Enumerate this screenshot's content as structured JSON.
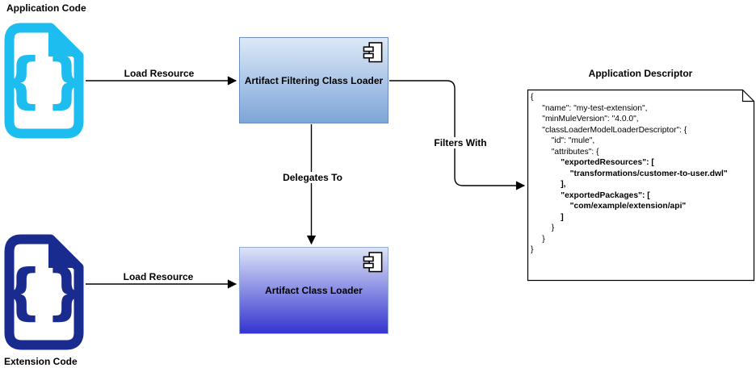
{
  "colors": {
    "app_icon_color": "#1ebdf0",
    "ext_icon_color": "#1a2b8f",
    "filtering_box_border": "#6c8ebf",
    "filtering_box_top": "#dce9f8",
    "filtering_box_bottom": "#7ea5d8",
    "artifact_box_border": "#95add2",
    "artifact_box_top": "#dde4f7",
    "artifact_box_bottom": "#3434cf",
    "connector_color": "#000000"
  },
  "nodes": {
    "application_code": {
      "label": "Application Code",
      "icon": "json-file-icon"
    },
    "extension_code": {
      "label": "Extension Code",
      "icon": "json-file-icon"
    },
    "filtering_loader": {
      "label": "Artifact Filtering Class Loader",
      "icon": "uml-component-icon"
    },
    "artifact_loader": {
      "label": "Artifact Class Loader",
      "icon": "uml-component-icon"
    },
    "descriptor": {
      "title": "Application Descriptor",
      "code_lines": [
        {
          "text": "{",
          "bold": false
        },
        {
          "text": "     \"name\": \"my-test-extension\",",
          "bold": false
        },
        {
          "text": "     \"minMuleVersion\": \"4.0.0\",",
          "bold": false
        },
        {
          "text": "     \"classLoaderModelLoaderDescriptor\": {",
          "bold": false
        },
        {
          "text": "         \"id\": \"mule\",",
          "bold": false
        },
        {
          "text": "         \"attributes\": {",
          "bold": false
        },
        {
          "text": "             \"exportedResources\": [",
          "bold": true
        },
        {
          "text": "                 \"transformations/customer-to-user.dwl\"",
          "bold": true
        },
        {
          "text": "             ],",
          "bold": true
        },
        {
          "text": "             \"exportedPackages\": [",
          "bold": true
        },
        {
          "text": "                 \"com/example/extension/api\"",
          "bold": true
        },
        {
          "text": "             ]",
          "bold": true
        },
        {
          "text": "         }",
          "bold": false
        },
        {
          "text": "     }",
          "bold": false
        },
        {
          "text": "}",
          "bold": false
        }
      ]
    }
  },
  "edges": [
    {
      "label": "Load Resource",
      "from": "application_code",
      "to": "filtering_loader"
    },
    {
      "label": "Delegates To",
      "from": "filtering_loader",
      "to": "artifact_loader"
    },
    {
      "label": "Load Resource",
      "from": "extension_code",
      "to": "artifact_loader"
    },
    {
      "label": "Filters With",
      "from": "filtering_loader",
      "to": "descriptor"
    }
  ]
}
